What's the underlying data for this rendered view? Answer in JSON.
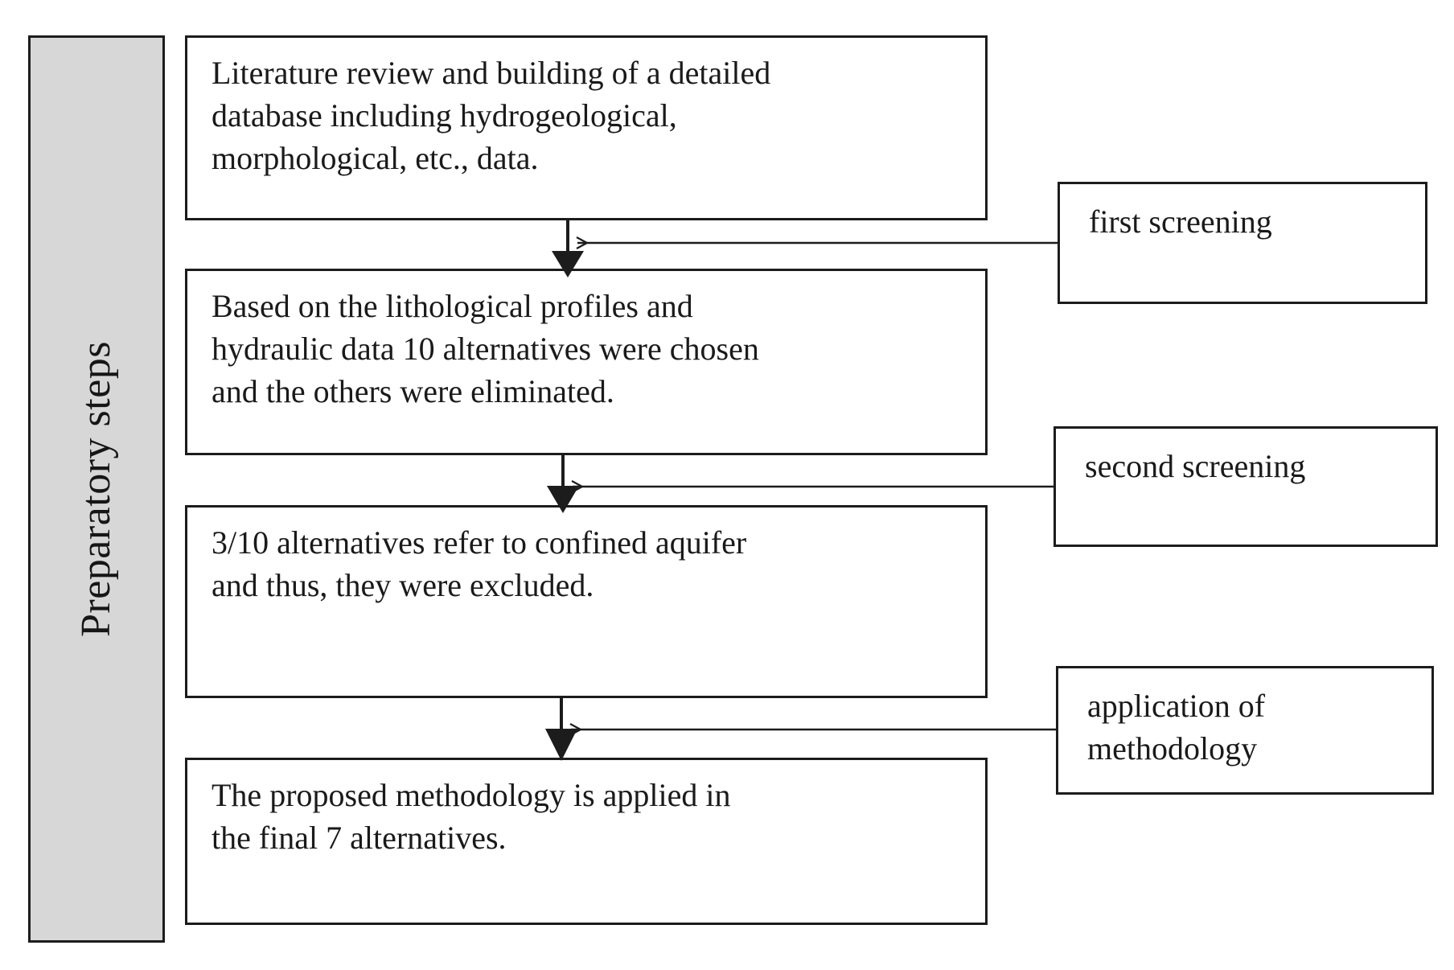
{
  "figure": {
    "type": "flowchart",
    "orientation": "vertical",
    "band": {
      "label": "Preparatory steps",
      "fill_color": "#d7d7d7",
      "border_color": "#1c1c1c"
    },
    "steps": [
      {
        "id": "step-1",
        "text": "Literature review and building of a detailed\ndatabase including hydrogeological,\nmorphological, etc., data."
      },
      {
        "id": "step-2",
        "text": "Based on the lithological profiles and\nhydraulic data 10 alternatives were chosen\nand the others were eliminated."
      },
      {
        "id": "step-3",
        "text": "3/10 alternatives refer to confined aquifer\nand thus, they were excluded."
      },
      {
        "id": "step-4",
        "text": "The proposed methodology is applied in\nthe final 7 alternatives."
      }
    ],
    "annotations": [
      {
        "id": "note-1",
        "text": "first screening",
        "targets": "step-2"
      },
      {
        "id": "note-2",
        "text": "second screening",
        "targets": "step-3"
      },
      {
        "id": "note-3",
        "text": "application of\nmethodology",
        "targets": "step-4"
      }
    ],
    "connectors": [
      {
        "from": "step-1",
        "to": "step-2",
        "style": "arrow-down"
      },
      {
        "from": "step-2",
        "to": "step-3",
        "style": "arrow-down"
      },
      {
        "from": "step-3",
        "to": "step-4",
        "style": "arrow-down"
      },
      {
        "from": "note-1",
        "to": "connector-1",
        "style": "arrow-left"
      },
      {
        "from": "note-2",
        "to": "connector-2",
        "style": "arrow-left"
      },
      {
        "from": "note-3",
        "to": "connector-3",
        "style": "arrow-left"
      }
    ],
    "colors": {
      "line": "#1c1c1c",
      "text": "#1a1a1a",
      "band_fill": "#d7d7d7",
      "box_fill": "#ffffff",
      "page_background": "#ffffff"
    }
  }
}
